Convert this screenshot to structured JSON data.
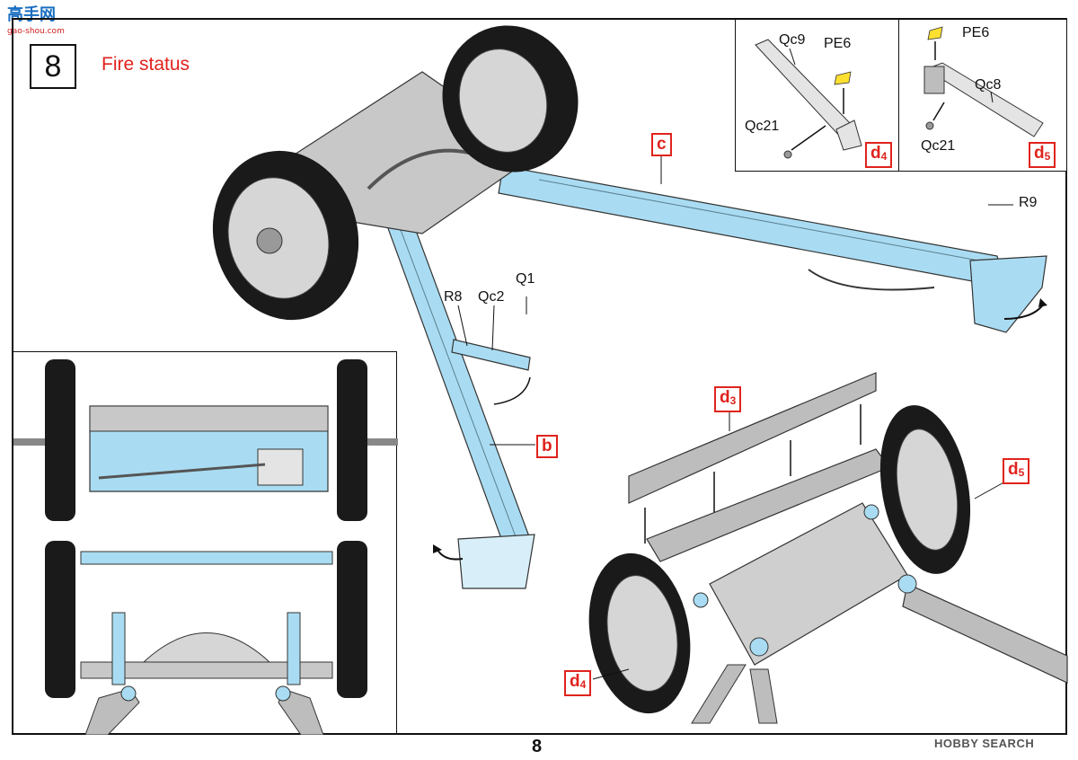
{
  "header": {
    "step_number": "8",
    "title": "Fire status"
  },
  "logo": {
    "cn_text": "高手网",
    "site": "gao-shou.com"
  },
  "labels": {
    "qc9": "Qc9",
    "pe6_a": "PE6",
    "qc21_a": "Qc21",
    "pe6_b": "PE6",
    "qc8": "Qc8",
    "qc21_b": "Qc21",
    "r9": "R9",
    "q1": "Q1",
    "r8": "R8",
    "qc2": "Qc2"
  },
  "refs": {
    "c": "c",
    "b": "b",
    "d3_letter": "d",
    "d3_sub": "3",
    "d4_letter": "d",
    "d4_sub": "4",
    "d5_letter": "d",
    "d5_sub": "5"
  },
  "footer": {
    "page_number": "8",
    "watermark": "HOBBY SEARCH"
  },
  "colors": {
    "accent_red": "#e0231d",
    "highlight_blue": "#a9dcf2",
    "part_grey": "#bdbdbd"
  }
}
